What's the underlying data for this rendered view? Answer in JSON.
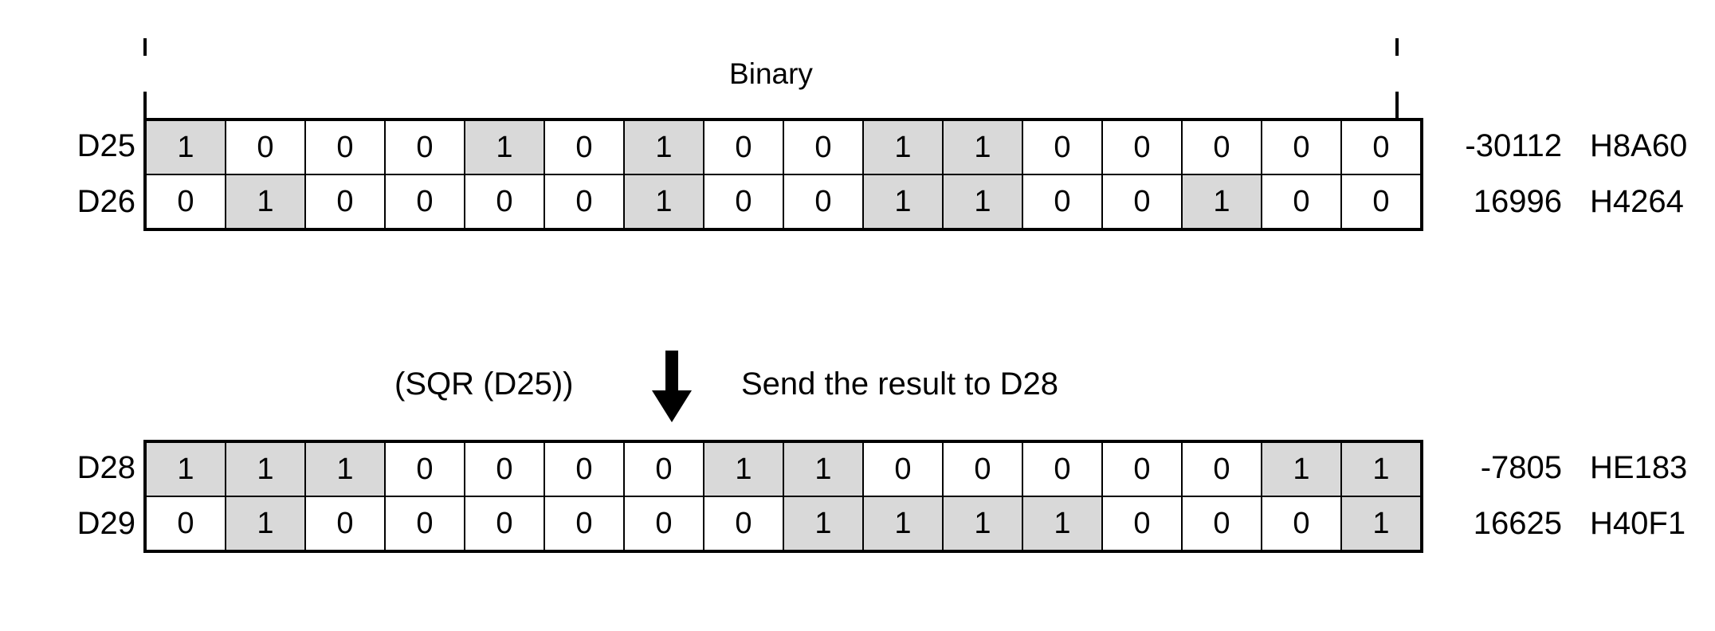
{
  "diagram": {
    "span_label": "Binary",
    "middle": {
      "expression": "(SQR (D25))",
      "note": "Send the result to D28",
      "arrow": "down-arrow-icon"
    },
    "tables": [
      {
        "id": "top-table",
        "rows": [
          {
            "label": "D25",
            "bits": [
              1,
              0,
              0,
              0,
              1,
              0,
              1,
              0,
              0,
              1,
              1,
              0,
              0,
              0,
              0,
              0
            ],
            "decimal": "-30112",
            "hex": "H8A60"
          },
          {
            "label": "D26",
            "bits": [
              0,
              1,
              0,
              0,
              0,
              0,
              1,
              0,
              0,
              1,
              1,
              0,
              0,
              1,
              0,
              0
            ],
            "decimal": "16996",
            "hex": "H4264"
          }
        ]
      },
      {
        "id": "bottom-table",
        "rows": [
          {
            "label": "D28",
            "bits": [
              1,
              1,
              1,
              0,
              0,
              0,
              0,
              1,
              1,
              0,
              0,
              0,
              0,
              0,
              1,
              1
            ],
            "decimal": "-7805",
            "hex": "HE183"
          },
          {
            "label": "D29",
            "bits": [
              0,
              1,
              0,
              0,
              0,
              0,
              0,
              0,
              1,
              1,
              1,
              1,
              0,
              0,
              0,
              1
            ],
            "decimal": "16625",
            "hex": "H40F1"
          }
        ]
      }
    ],
    "colors": {
      "bit_set_fill": "#d9d9d9",
      "bit_clear_fill": "#ffffff",
      "line": "#000000",
      "background": "#ffffff"
    }
  }
}
